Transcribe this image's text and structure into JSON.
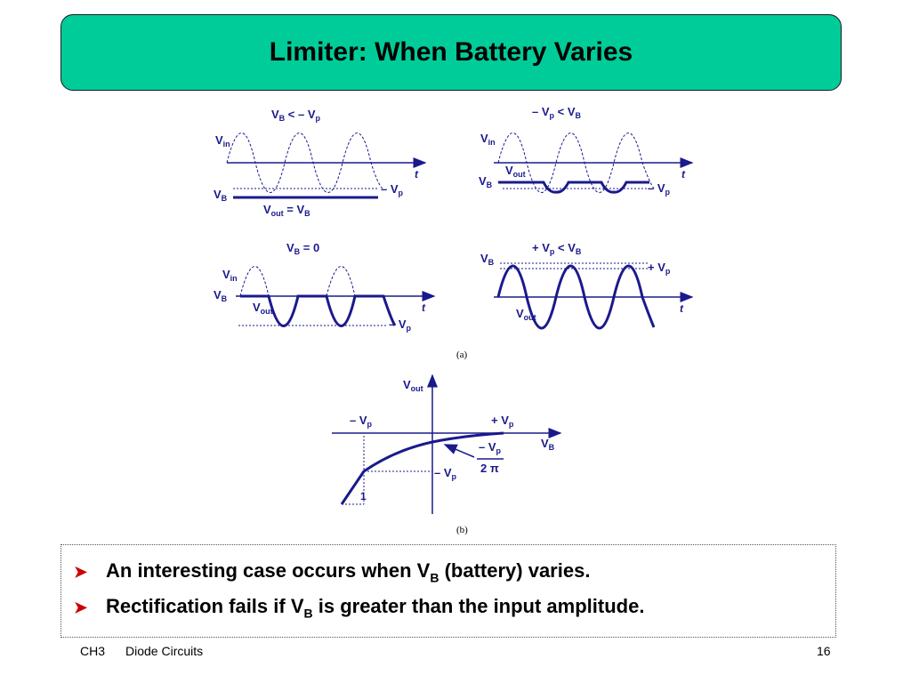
{
  "title": "Limiter:  When Battery Varies",
  "figure": {
    "panel1": {
      "cond_v": "V",
      "cond_sub": "B",
      "cond_op": " < – ",
      "cond_v2": "V",
      "cond_sub2": "p",
      "vin": "V",
      "vin_sub": "in",
      "vb": "V",
      "vb_sub": "B",
      "t": "t",
      "neg_vp": "– V",
      "neg_vp_sub": "p",
      "vout_eq": "V",
      "vout_eq_sub": "out",
      "vout_eq_mid": " = V",
      "vout_eq_sub2": "B"
    },
    "panel2": {
      "cond_pre": "– V",
      "cond_sub": "p",
      "cond_op": " < V",
      "cond_sub2": "B",
      "vin": "V",
      "vin_sub": "in",
      "vout": "V",
      "vout_sub": "out",
      "vb": "V",
      "vb_sub": "B",
      "t": "t",
      "neg_vp": "– V",
      "neg_vp_sub": "p"
    },
    "panel3": {
      "cond": "V",
      "cond_sub": "B",
      "cond_tail": " = 0",
      "vin": "V",
      "vin_sub": "in",
      "vb": "V",
      "vb_sub": "B",
      "vout": "V",
      "vout_sub": "out",
      "t": "t",
      "neg_vp": "– V",
      "neg_vp_sub": "p"
    },
    "panel4": {
      "cond_pre": "+ V",
      "cond_sub": "p",
      "cond_op": " < V",
      "cond_sub2": "B",
      "vb": "V",
      "vb_sub": "B",
      "pos_vp": "+ V",
      "pos_vp_sub": "p",
      "vout": "V",
      "vout_sub": "out",
      "t": "t"
    },
    "caption_a": "(a)",
    "transfer": {
      "y_label": "V",
      "y_sub": "out",
      "x_label": "V",
      "x_sub": "B",
      "neg_vp_top": "– V",
      "neg_vp_top_sub": "p",
      "pos_vp": "+ V",
      "pos_vp_sub": "p",
      "frac_num": "– V",
      "frac_num_sub": "p",
      "frac_den": "2 π",
      "neg_vp_mid": "– V",
      "neg_vp_mid_sub": "p",
      "slope": "1"
    },
    "caption_b": "(b)"
  },
  "bullets": [
    {
      "pre": "An interesting case occurs when V",
      "sub": "B",
      "post": " (battery) varies."
    },
    {
      "pre": "Rectification fails if V",
      "sub": "B",
      "post": " is greater than the input amplitude."
    }
  ],
  "footer": {
    "chapter": "CH3",
    "course": "Diode Circuits",
    "page": "16"
  },
  "colors": {
    "title_bg": "#00cc99",
    "figure": "#1a1a8c",
    "bullet_arrow": "#cc0000"
  }
}
